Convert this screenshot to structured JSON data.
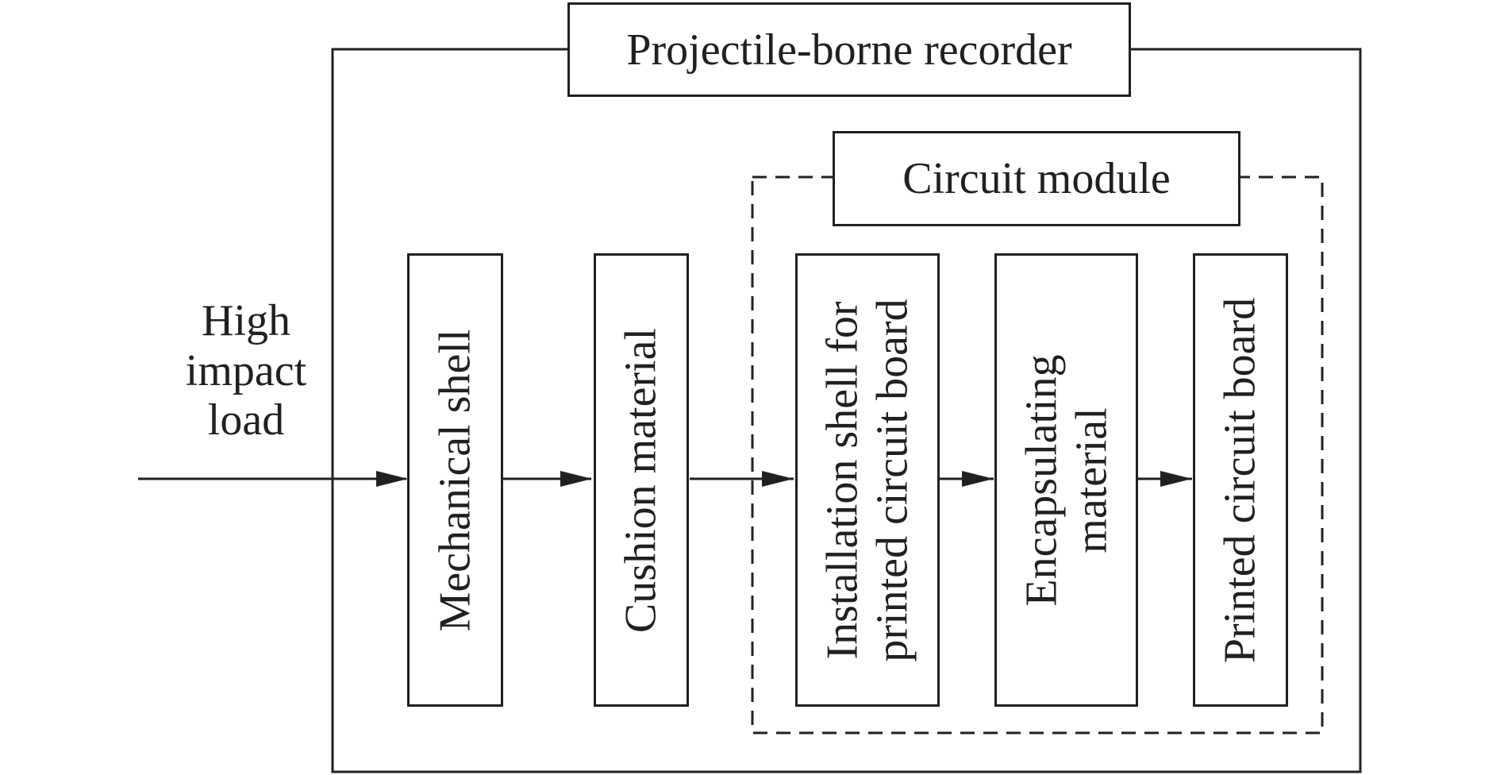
{
  "diagram": {
    "outer_container": {
      "title": "Projectile-borne recorder"
    },
    "inner_container": {
      "title": "Circuit module"
    },
    "input": {
      "lines": [
        "High",
        "impact",
        "load"
      ]
    },
    "blocks": [
      {
        "lines": [
          "Mechanical shell"
        ]
      },
      {
        "lines": [
          "Cushion material"
        ]
      },
      {
        "lines": [
          "Installation shell for",
          "printed circuit board"
        ]
      },
      {
        "lines": [
          "Encapsulating",
          "material"
        ]
      },
      {
        "lines": [
          "Printed circuit board"
        ]
      }
    ]
  }
}
